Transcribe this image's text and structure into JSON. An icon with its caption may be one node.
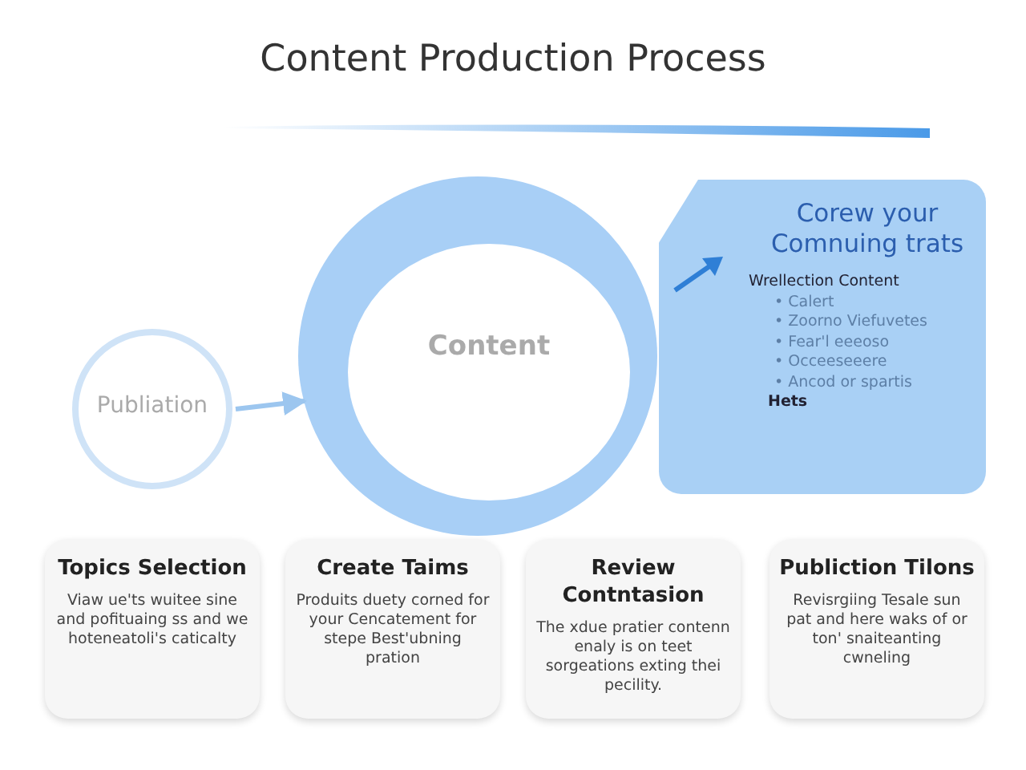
{
  "diagram": {
    "title": "Content Production Process",
    "nodes": [
      {
        "text": [
          "Publiation"
        ]
      },
      {
        "text": [
          "Content"
        ]
      },
      {
        "text": [
          "Corew your Comnuing trats",
          "Wrellection Content",
          "• Calert",
          "• Zoorno Viefuvetes",
          "• Fear'l eeeoso",
          "• Occeeseeere",
          "• Ancod or spartis",
          "Hets"
        ]
      },
      {
        "text": [
          "Topics Selection",
          "Viaw ue'ts wuitee sine and pofituaing ss and we hoteneatoli's caticalty"
        ]
      },
      {
        "text": [
          "Create Taims",
          "Produits duety corned for your Cencatement for stepe Best'ubning pration"
        ]
      },
      {
        "text": [
          "Review Contntasion",
          "The xdue pratier contenn enaly is on teet sorgeations exting thei pecility."
        ]
      },
      {
        "text": [
          "Publiction Tilons",
          "Revisrgiing Tesale sun pat and here waks of or ton' snaiteanting cwneling"
        ]
      }
    ],
    "edges": [
      {
        "from": 0,
        "to": 1,
        "arrow": "to"
      }
    ]
  }
}
